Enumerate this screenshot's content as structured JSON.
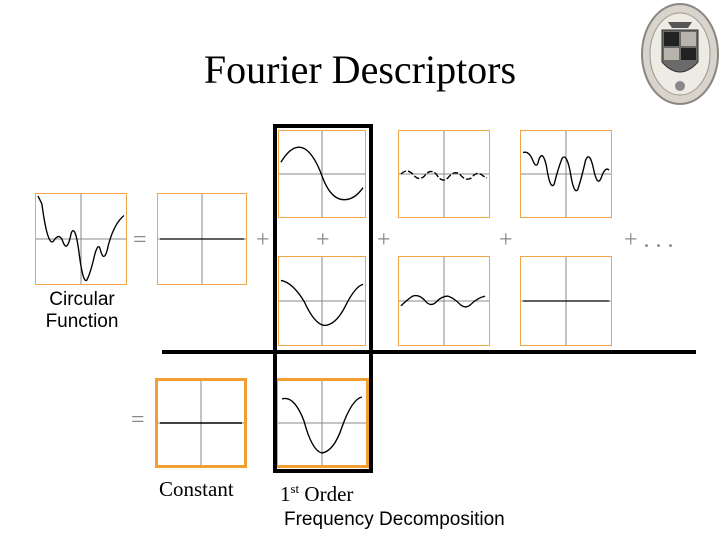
{
  "slide": {
    "title": "Fourier Descriptors",
    "circular_function_label": "Circular Function",
    "constant_label": "Constant",
    "first_order_base": "1",
    "first_order_sup": "st",
    "first_order_word": " Order",
    "freq_decomp_label": "Frequency Decomposition",
    "ops": {
      "eq_top": "=",
      "plus_1": "+",
      "plus_2": "+",
      "plus_3": "+",
      "plus_4": "+",
      "plus_dots": "+ . . .",
      "eq_bottom": "="
    }
  },
  "colors": {
    "panel_border": "#f0a648",
    "highlight_border": "#000000",
    "curve": "#000000",
    "axis": "#888888"
  }
}
